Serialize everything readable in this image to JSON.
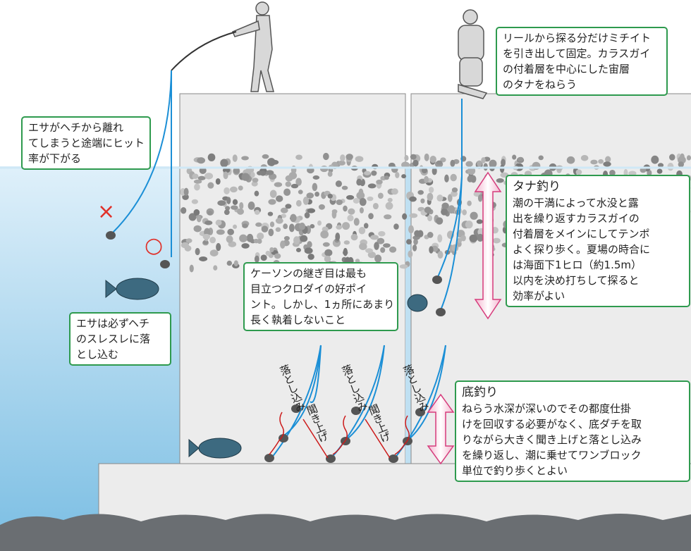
{
  "colors": {
    "box_border": "#2e9a4e",
    "water": "#8cc8e8",
    "line": "#1b8fd6",
    "arrow_pink": "#e0508a",
    "arrow_red": "#cc1a1a",
    "wrong_mark": "#e0312a"
  },
  "notes": {
    "off_wall": {
      "lines": [
        "エサがヘチから離れ",
        "てしまうと途端にヒット",
        "率が下がる"
      ]
    },
    "close_wall": {
      "lines": [
        "エサは必ずヘチ",
        "のスレスレに落",
        "とし込む"
      ]
    },
    "caisson": {
      "lines": [
        "ケーソンの継ぎ目は最も",
        "目立つクロダイの好ポイ",
        "ント。しかし、1ヵ所にあまり",
        "長く執着しないこと"
      ]
    },
    "reel": {
      "lines": [
        "リールから探る分だけミチイト",
        "を引き出して固定。カラスガイ",
        "の付着層を中心にした宙層",
        "のタナをねらう"
      ]
    },
    "tana": {
      "title": "タナ釣り",
      "lines": [
        "潮の干満によって水没と露",
        "出を繰り返すカラスガイの",
        "付着層をメインにしてテンポ",
        "よく探り歩く。夏場の時合に",
        "は海面下1ヒロ（約1.5m）",
        "以内を決め打ちして探ると",
        "効率がよい"
      ]
    },
    "bottom": {
      "title": "底釣り",
      "lines": [
        "ねらう水深が深いのでその都度仕掛",
        "けを回収する必要がなく、底ダチを取",
        "りながら大きく聞き上げと落とし込み",
        "を繰り返し、潮に乗せてワンブロック",
        "単位で釣り歩くとよい"
      ]
    }
  },
  "labels": {
    "drop": "落とし込み",
    "lift": "聞き上げ",
    "wrong": "×",
    "right": "○"
  }
}
